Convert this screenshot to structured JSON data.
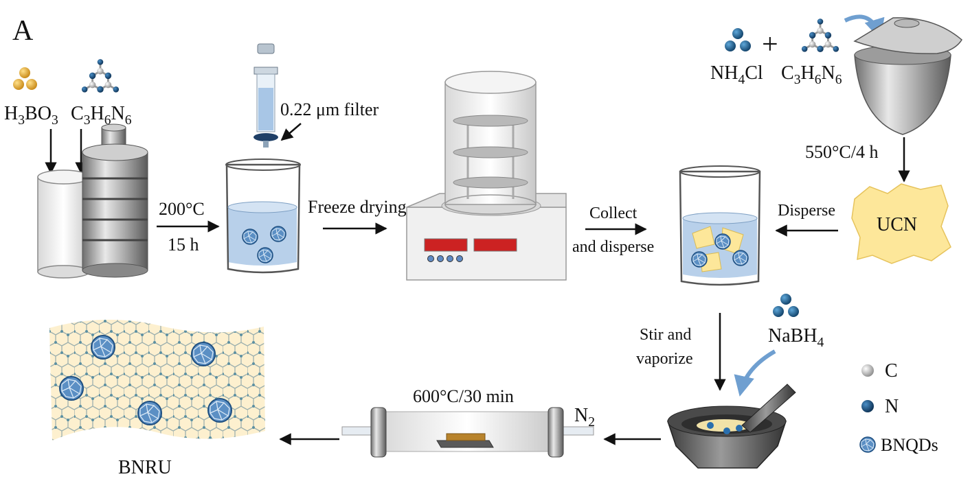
{
  "panel_label": "A",
  "reagents": {
    "h3bo3": "H3BO3",
    "melamine_left": "C3H6N6",
    "nh4cl": "NH4Cl",
    "plus": "+",
    "melamine_right": "C3H6N6",
    "nabh4": "NaBH4"
  },
  "steps": {
    "filter": "0.22 μm filter",
    "hydrothermal_temp": "200°C",
    "hydrothermal_time": "15 h",
    "freeze_drying": "Freeze drying",
    "collect": "Collect",
    "and_disperse": "and disperse",
    "calcination": "550°C/4 h",
    "disperse": "Disperse",
    "ucn": "UCN",
    "stir": "Stir and",
    "vaporize": "vaporize",
    "anneal": "600°C/30 min",
    "n2": "N2",
    "product": "BNRU"
  },
  "legend": {
    "carbon": "C",
    "nitrogen": "N",
    "bnqds": "BNQDs"
  },
  "colors": {
    "nitrogen_blue": "#1f5d8c",
    "boron_gold": "#e3a833",
    "carbon_gray": "#bdbdbd",
    "ucn_yellow": "#fde79a",
    "liquid_blue": "#b8d0ea",
    "display_red": "#cc2222"
  }
}
